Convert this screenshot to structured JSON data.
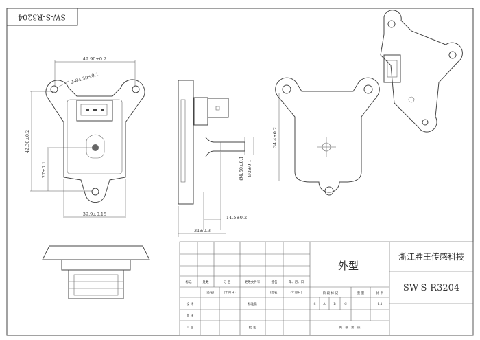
{
  "drawing_number_corner": "SW-S-R3204",
  "dimensions": {
    "width_ears": "49.90±0.2",
    "hole_dia": "2-Ø4.50±0.1",
    "height_total": "42.30±0.2",
    "port_offset": "27±0.1",
    "body_width": "39.9±0.15",
    "port_outer_dia": "Ø4.50±0.1",
    "port_inner_dia": "Ø3±0.1",
    "port_length": "14.5±0.2",
    "overall_depth": "31±0.3",
    "right_height": "34.4±0.2"
  },
  "title_block": {
    "part_name": "外型",
    "company": "浙江胜王传感科技",
    "drawing_number": "SW-S-R3204",
    "headers": [
      "标记",
      "处数",
      "分 区",
      "更改文件号",
      "签名",
      "年、月、日"
    ],
    "sign_row": [
      "(签名)",
      "(年月日)",
      "(签名)",
      "(年月日)"
    ],
    "design": "设 计",
    "standardization": "标准化",
    "review": "审 核",
    "process": "工 艺",
    "approve": "批 准",
    "stage_mark": "阶 段 标 记",
    "weight": "重 量",
    "scale_label": "比 例",
    "scale_value": "1:1",
    "stage_cells": [
      "S",
      "A",
      "B",
      "C"
    ],
    "sheets": "共   张   第   张"
  }
}
